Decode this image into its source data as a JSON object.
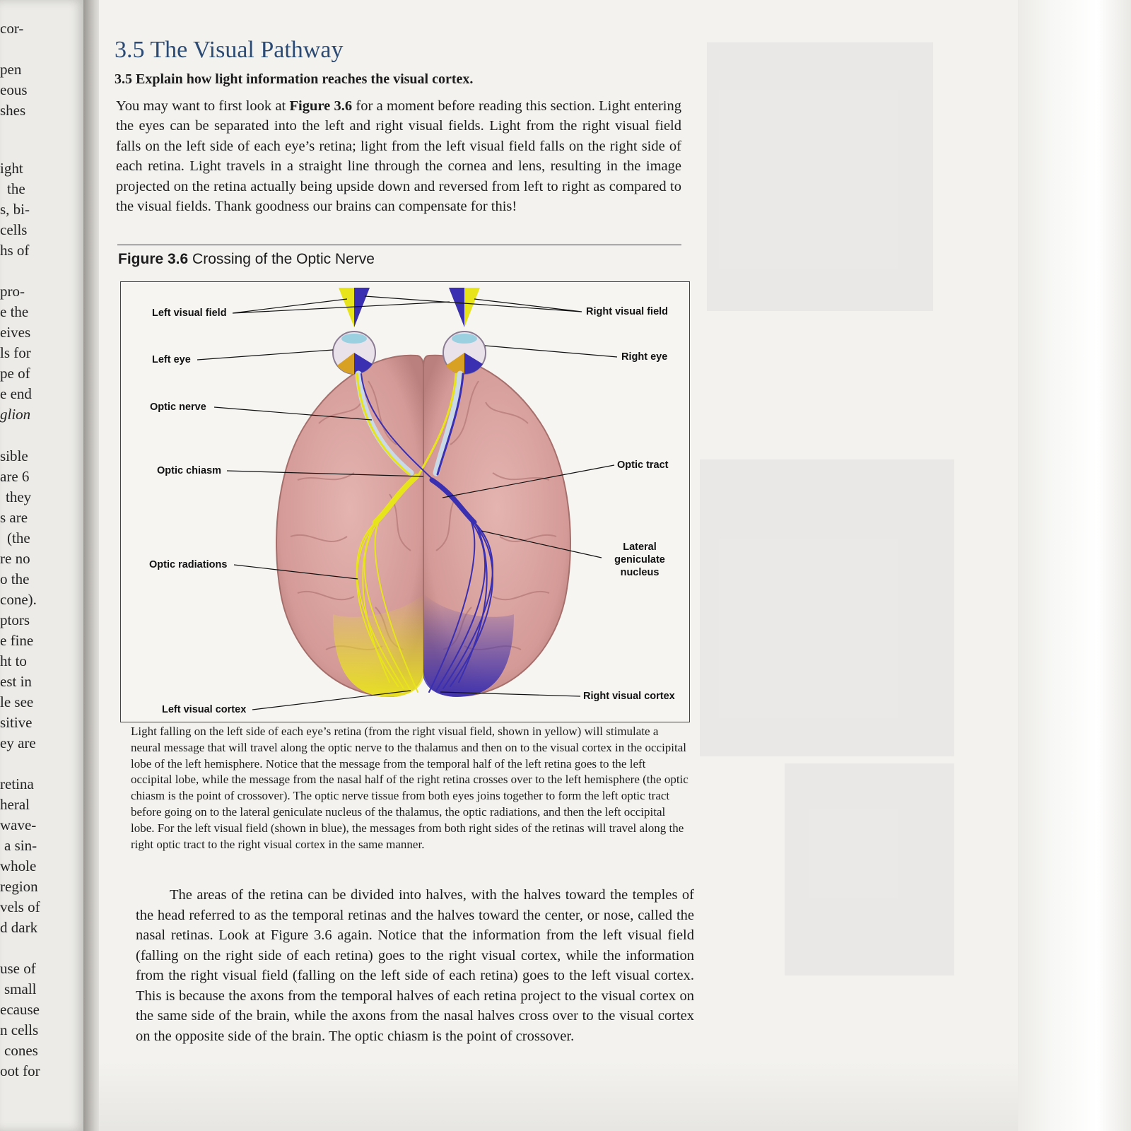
{
  "left_margin_fragments": [
    "cor-",
    "pen",
    "eous",
    "shes",
    "ight",
    "the",
    "s, bi-",
    "cells",
    "hs of",
    "pro-",
    "e the",
    "eives",
    "ls for",
    "pe of",
    "e end",
    "glion",
    "sible",
    "are 6",
    "they",
    "s are",
    "(the",
    "re no",
    "o the",
    "cone).",
    "ptors",
    "e fine",
    "ht to",
    "est in",
    "le see",
    "sitive",
    "ey are",
    "retina",
    "heral",
    "wave-",
    "a sin-",
    "whole",
    "region",
    "vels of",
    "d dark",
    "use of",
    "small",
    "ecause",
    "n cells",
    "cones",
    "oot for"
  ],
  "section": {
    "title": "3.5 The Visual Pathway",
    "objective": "3.5 Explain how light information reaches the visual cortex.",
    "intro_parts": [
      "You may want to first look at ",
      "Figure 3.6",
      " for a moment before reading this section. Light entering the eyes can be separated into the left and right visual fields. Light from the right visual field falls on the left side of each eye’s retina; light from the left visual field falls on the right side of each retina. Light travels in a straight line through the cornea and lens, resulting in the image projected on the retina actually being upside down and reversed from left to right as compared to the visual fields. Thank goodness our brains can compensate for this!"
    ]
  },
  "figure": {
    "number": "Figure 3.6",
    "title": "Crossing of the Optic Nerve",
    "labels": {
      "left_visual_field": "Left visual field",
      "right_visual_field": "Right visual field",
      "left_eye": "Left eye",
      "right_eye": "Right eye",
      "optic_nerve": "Optic nerve",
      "optic_chiasm": "Optic chiasm",
      "optic_tract": "Optic tract",
      "lgn_line1": "Lateral",
      "lgn_line2": "geniculate",
      "lgn_line3": "nucleus",
      "optic_radiations": "Optic radiations",
      "right_visual_cortex": "Right visual cortex",
      "left_visual_cortex": "Left visual cortex"
    },
    "colors": {
      "right_field_pathway": "#e8e41c",
      "left_field_pathway": "#3a2fb0",
      "brain": "#d9a2a0"
    },
    "caption": "Light falling on the left side of each eye’s retina (from the right visual field, shown in yellow) will stimulate a neural message that will travel along the optic nerve to the thalamus and then on to the visual cortex in the occipital lobe of the left hemisphere. Notice that the message from the temporal half of the left retina goes to the left occipital lobe, while the message from the nasal half of the right retina crosses over to the left hemisphere (the optic chiasm is the point of crossover). The optic nerve tissue from both eyes joins together to form the left optic tract before going on to the lateral geniculate nucleus of the thalamus, the optic radiations, and then the left occipital lobe. For the left visual field (shown in blue), the messages from both right sides of the retinas will travel along the right optic tract to the right visual cortex in the same manner."
  },
  "body_paragraph": "The areas of the retina can be divided into halves, with the halves toward the temples of the head referred to as the temporal retinas and the halves toward the center, or nose, called the nasal retinas. Look at Figure 3.6 again. Notice that the information from the left visual field (falling on the right side of each retina) goes to the right visual cortex, while the information from the right visual field (falling on the left side of each retina) goes to the left visual cortex. This is because the axons from the temporal halves of each retina project to the visual cortex on the same side of the brain, while the axons from the nasal halves cross over to the visual cortex on the opposite side of the brain. The optic chiasm is the point of crossover."
}
